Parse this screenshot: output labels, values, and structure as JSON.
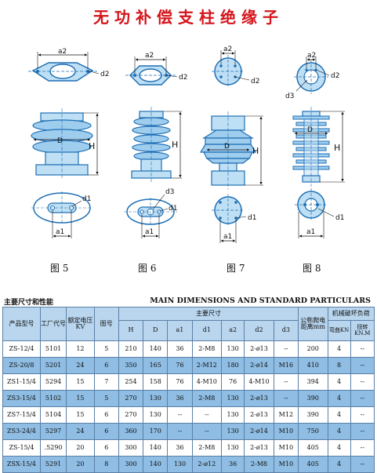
{
  "title": "无功补偿支柱绝缘子",
  "figures": [
    {
      "label": "图 5",
      "dims": {
        "top_a": "a2",
        "top_d": "d2",
        "side_d": "D",
        "side_h": "H",
        "bottom_d": "d1",
        "bottom_a": "a1"
      }
    },
    {
      "label": "图 6",
      "dims": {
        "top_a": "a2",
        "top_d": "d2",
        "side_h": "H",
        "bottom_d3": "d3",
        "bottom_d": "d1",
        "bottom_a": "a1"
      }
    },
    {
      "label": "图 7",
      "dims": {
        "top_a": "a2",
        "top_d": "d2",
        "side_d": "D",
        "side_h": "H",
        "bottom_d": "d1",
        "bottom_a": "a1"
      }
    },
    {
      "label": "图 8",
      "dims": {
        "top_a": "a2",
        "top_d": "d2",
        "top_d3": "d3",
        "side_d": "D",
        "side_h": "H",
        "bottom_d": "d1",
        "bottom_a": "a1"
      }
    }
  ],
  "section": {
    "title_cn": "主要尺寸和性能",
    "title_en": "MAIN DIMENSIONS AND STANDARD PARTICULARS"
  },
  "table": {
    "headers": {
      "model": "产品型号",
      "code": "工厂代号",
      "voltage": "额定电压KV",
      "figure": "图号",
      "main_dims": "主要尺寸",
      "creepage": "公称爬电距离mm",
      "mech": "机械破坏负荷",
      "h": "H",
      "d": "D",
      "a1": "a1",
      "d1": "d1",
      "a2": "a2",
      "d2": "d2",
      "d3": "d3",
      "bending": "弯曲KN",
      "torsion": "扭转KN.M"
    },
    "rows": [
      [
        "ZS-12/4",
        "5101",
        "12",
        "5",
        "210",
        "140",
        "36",
        "2-M8",
        "130",
        "2-ø13",
        "--",
        "200",
        "4",
        "--"
      ],
      [
        "ZS-20/8",
        "5201",
        "24",
        "6",
        "350",
        "165",
        "76",
        "2-M12",
        "180",
        "2-ø14",
        "M16",
        "410",
        "8",
        "--"
      ],
      [
        "ZS1-15/4",
        "5294",
        "15",
        "7",
        "254",
        "158",
        "76",
        "4-M10",
        "76",
        "4-M10",
        "--",
        "394",
        "4",
        "--"
      ],
      [
        "ZS3-15/4",
        "5102",
        "15",
        "5",
        "270",
        "130",
        "36",
        "2-M8",
        "130",
        "2-ø13",
        "--",
        "390",
        "4",
        "--"
      ],
      [
        "ZS7-15/4",
        "5104",
        "15",
        "6",
        "270",
        "130",
        "--",
        "--",
        "130",
        "2-ø13",
        "M12",
        "390",
        "4",
        "--"
      ],
      [
        "ZS3-24/4",
        "5297",
        "24",
        "6",
        "360",
        "170",
        "--",
        "--",
        "130",
        "2-ø14",
        "M10",
        "750",
        "4",
        "--"
      ],
      [
        "ZS-15/4",
        ".5290",
        "20",
        "6",
        "300",
        "140",
        "36",
        "2-M8",
        "130",
        "2-ø13",
        "M10",
        "405",
        "4",
        "--"
      ],
      [
        "ZSX-15/4",
        "5291",
        "20",
        "8",
        "300",
        "140",
        "130",
        "2-ø12",
        "36",
        "2-M8",
        "M10",
        "405",
        "4",
        "--"
      ]
    ]
  }
}
